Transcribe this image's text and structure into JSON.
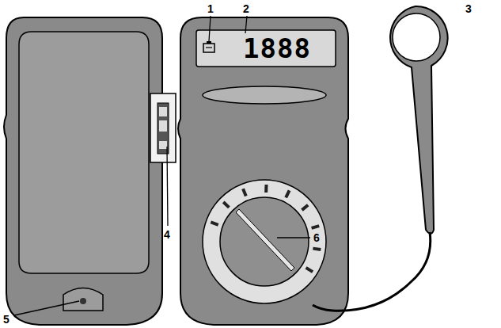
{
  "diagram": {
    "labels": [
      "1",
      "2",
      "3",
      "1888",
      "5",
      "4",
      "6"
    ]
  }
}
